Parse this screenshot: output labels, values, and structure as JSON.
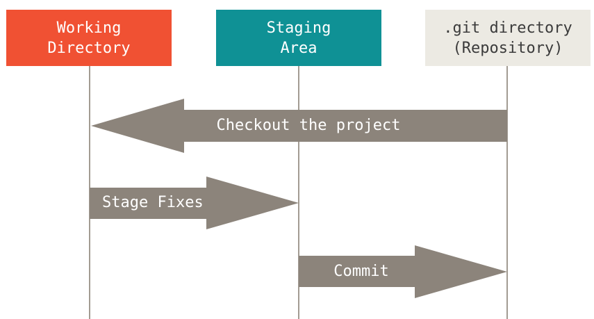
{
  "colors": {
    "working_directory": "#f05133",
    "staging_area": "#0f9195",
    "repository": "#eceae3",
    "arrow": "#8c847b",
    "lifeline": "#a29b92",
    "label_light": "#ffffff",
    "label_dark": "#3b3b3b"
  },
  "columns": [
    {
      "line1": "Working",
      "line2": "Directory"
    },
    {
      "line1": "Staging",
      "line2": "Area"
    },
    {
      "line1": ".git directory",
      "line2": "(Repository)"
    }
  ],
  "arrows": [
    {
      "label": "Checkout the project",
      "from": ".git directory",
      "to": "Working Directory"
    },
    {
      "label": "Stage Fixes",
      "from": "Working Directory",
      "to": "Staging Area"
    },
    {
      "label": "Commit",
      "from": "Staging Area",
      "to": ".git directory"
    }
  ]
}
